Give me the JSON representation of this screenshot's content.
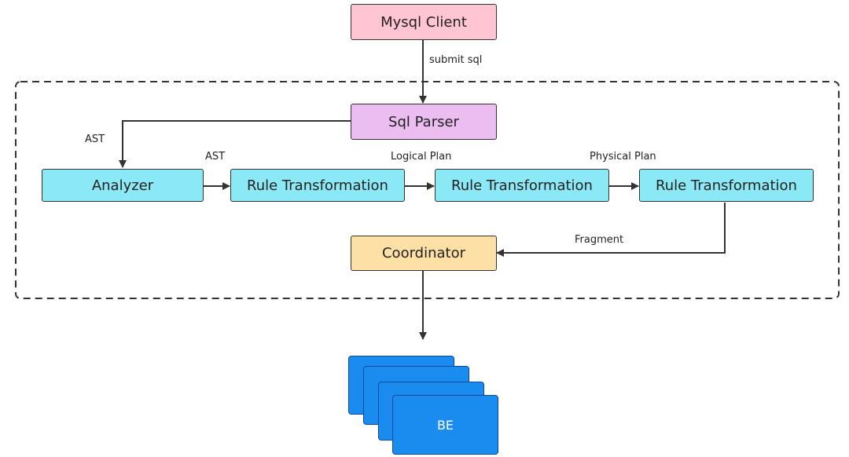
{
  "nodes": {
    "mysql_client": "Mysql Client",
    "sql_parser": "Sql Parser",
    "analyzer": "Analyzer",
    "rule_transformation_1": "Rule Transformation",
    "rule_transformation_2": "Rule Transformation",
    "rule_transformation_3": "Rule Transformation",
    "coordinator": "Coordinator",
    "be": "BE"
  },
  "edge_labels": {
    "submit_sql": "submit sql",
    "ast_left": "AST",
    "ast_top": "AST",
    "logical_plan": "Logical Plan",
    "physical_plan": "Physical Plan",
    "fragment": "Fragment"
  },
  "colors": {
    "mysql_client": "#ffc5d3",
    "sql_parser": "#ebbdf0",
    "transform": "#8be8f5",
    "coordinator": "#fde0a6",
    "be": "#1a8cf0",
    "arrow": "#333333",
    "boundary": "#333333"
  }
}
